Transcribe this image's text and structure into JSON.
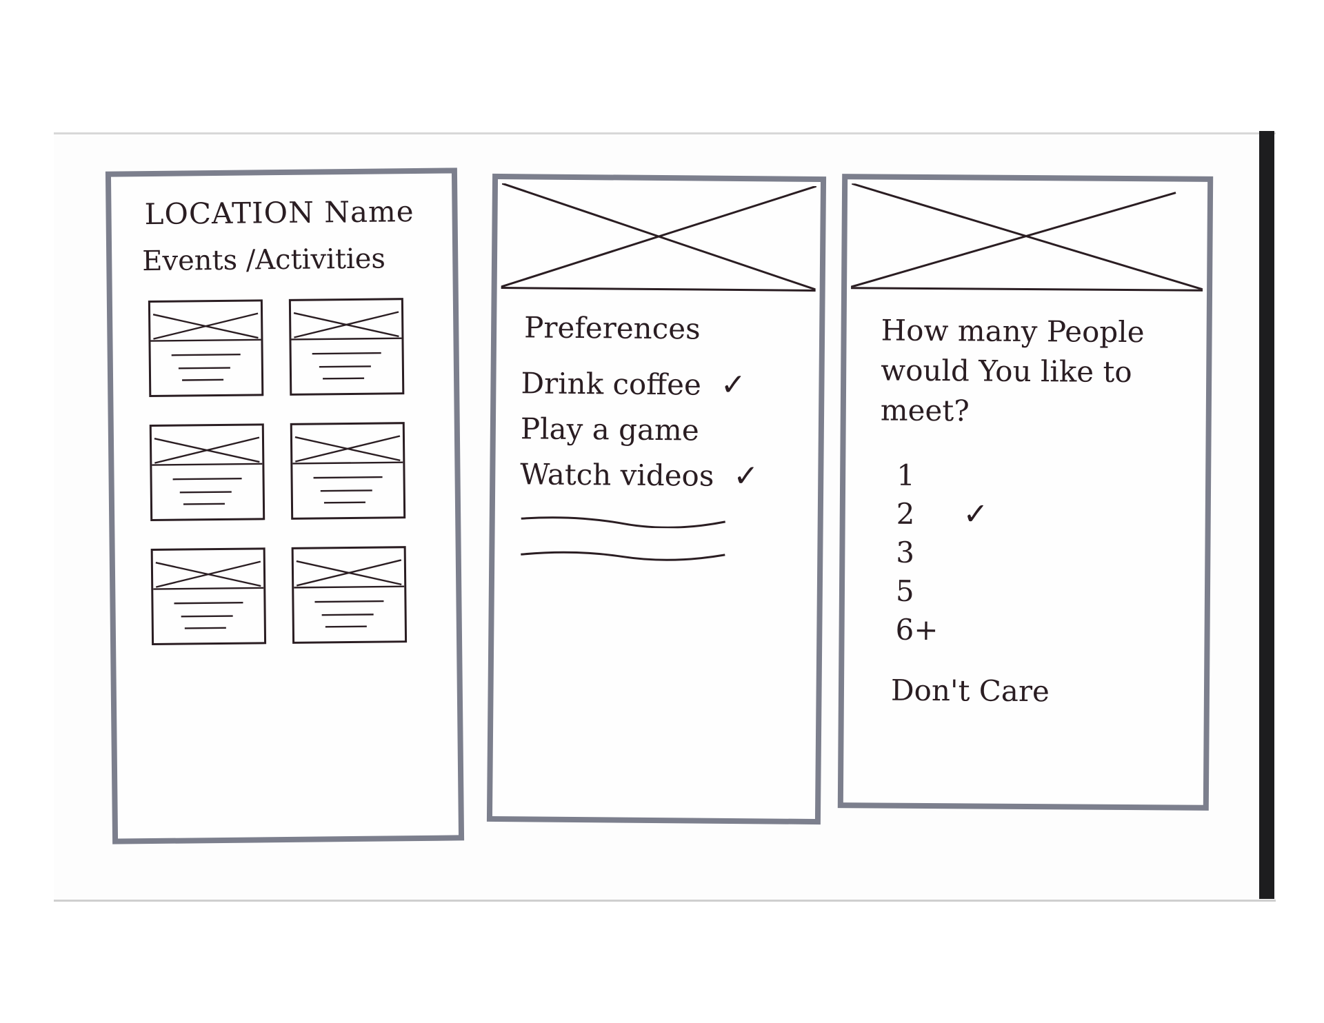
{
  "screen_location": {
    "title": "LOCATION Name",
    "subtitle": "Events /Activities",
    "cards": [
      {},
      {},
      {},
      {},
      {},
      {}
    ]
  },
  "screen_preferences": {
    "title": "Preferences",
    "options": [
      {
        "label": "Drink coffee",
        "checked": true
      },
      {
        "label": "Play a game",
        "checked": false
      },
      {
        "label": "Watch videos",
        "checked": true
      }
    ],
    "check_mark": "✓"
  },
  "screen_group_size": {
    "question": "How many People would You like to meet?",
    "options": [
      {
        "label": "1",
        "checked": false
      },
      {
        "label": "2",
        "checked": true
      },
      {
        "label": "3",
        "checked": false
      },
      {
        "label": "5",
        "checked": false
      },
      {
        "label": "6+",
        "checked": false
      }
    ],
    "dont_care": "Don't Care",
    "check_mark": "✓"
  },
  "colors": {
    "ink": "#2a1d22",
    "frame": "#7c7f8d",
    "paper": "#fdfdfd",
    "paper_edge": "#1d1d1f"
  }
}
